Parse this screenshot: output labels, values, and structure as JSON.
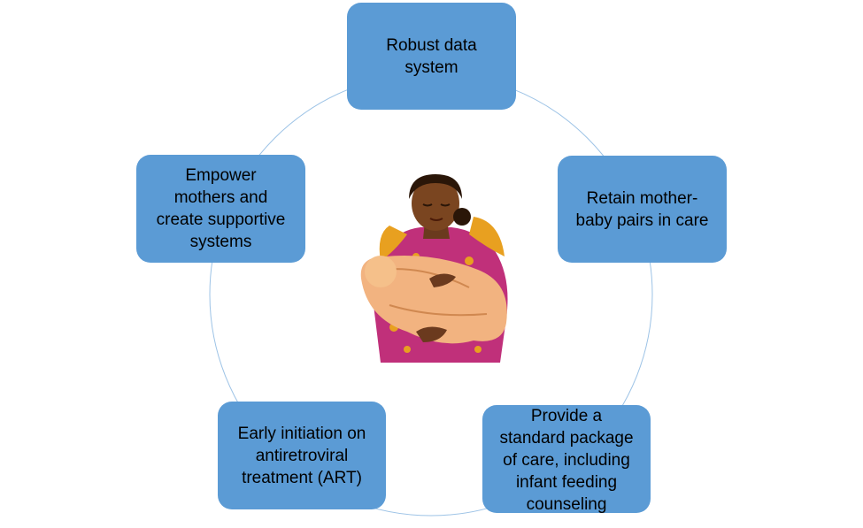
{
  "diagram": {
    "nodes": [
      {
        "id": "n1",
        "label": "Robust data\nsystem"
      },
      {
        "id": "n2",
        "label": "Retain mother-\nbaby pairs in care"
      },
      {
        "id": "n3",
        "label": "Provide a\nstandard package\nof care, including\ninfant feeding\ncounseling"
      },
      {
        "id": "n4",
        "label": "Early initiation on\nantiretroviral\ntreatment (ART)"
      },
      {
        "id": "n5",
        "label": "Empower\nmothers and\ncreate supportive\nsystems"
      }
    ],
    "connector": "circle",
    "center_image": "mother-holding-baby-illustration",
    "colors": {
      "node_fill": "#5b9bd5",
      "ring_stroke": "#9dc3e6"
    }
  }
}
